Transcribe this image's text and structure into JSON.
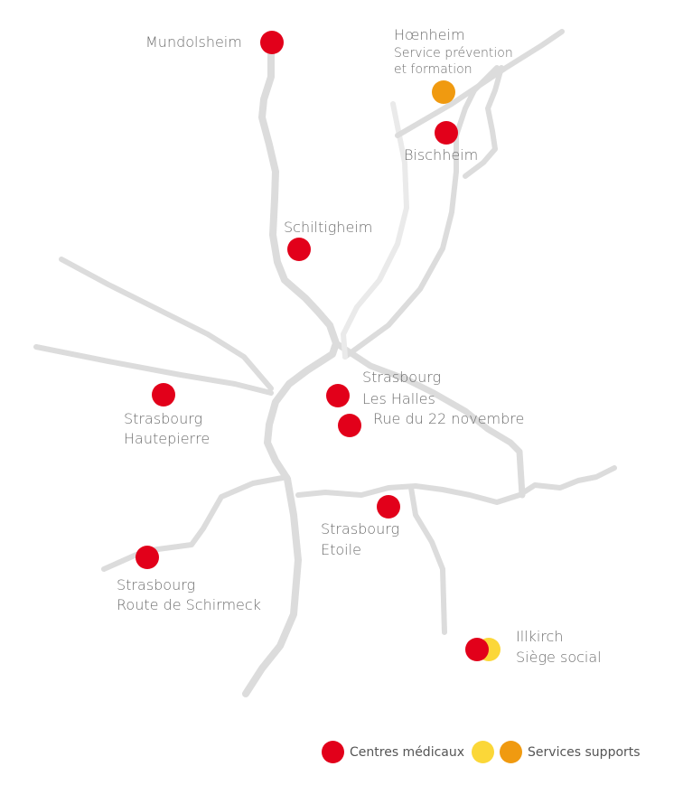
{
  "colors": {
    "road": "#dcdcdc",
    "road_light": "#eaeaea",
    "centre": "#e2001a",
    "service_yellow": "#fbd738",
    "service_orange": "#f09a10",
    "label": "#6e6e6e"
  },
  "labels": {
    "mundolsheim": "Mundolsheim",
    "hoenheim": "Hœnheim",
    "hoenheim_service_1": "Service prévention",
    "hoenheim_service_2": "et formation",
    "bischheim": "Bischheim",
    "schiltigheim": "Schiltigheim",
    "halles_1": "Strasbourg",
    "halles_2": "Les Halles",
    "rue22": "Rue du 22 novembre",
    "hautepierre_1": "Strasbourg",
    "hautepierre_2": "Hautepierre",
    "etoile_1": "Strasbourg",
    "etoile_2": "Etoile",
    "schirmeck_1": "Strasbourg",
    "schirmeck_2": "Route de Schirmeck",
    "illkirch_1": "Illkirch",
    "illkirch_2": "Siège social"
  },
  "legend": {
    "centres": "Centres médicaux",
    "services": "Services supports"
  }
}
